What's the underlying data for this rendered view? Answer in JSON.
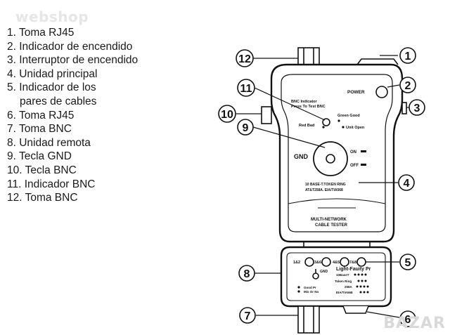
{
  "watermark": "webshop",
  "legend": [
    "1. Toma RJ45",
    "2. Indicador de encendido",
    "3. Interruptor de encendido",
    "4. Unidad principal",
    "5. Indicador de los",
    "pares de cables",
    "6. Toma RJ45",
    "7. Toma BNC",
    "8. Unidad remota",
    "9. Tecla GND",
    "10. Tecla BNC",
    "11. Indicador BNC",
    "12. Toma BNC"
  ],
  "callouts": [
    "1",
    "2",
    "3",
    "4",
    "5",
    "6",
    "7",
    "8",
    "9",
    "10",
    "11",
    "12"
  ],
  "device": {
    "power": "POWER",
    "bnc_indicator_1": "BNC Indicator",
    "bnc_indicator_2": "Press To Test BNC",
    "green_good": "Green Good",
    "red_bad": "Red Bad",
    "unit_open": "Unit Open",
    "gnd": "GND",
    "on": "ON",
    "off": "OFF",
    "standard_1": "10 BASE-T.TOKEN RING",
    "standard_2": "AT&T258A.  EIA/TIA568",
    "name_1": "MULTI-NETWORK",
    "name_2": "CABLE  TESTER",
    "pairs": [
      "1&2",
      "3&6",
      "4&5",
      "7&8"
    ],
    "remote_gnd": "GND",
    "light_faulty": "Light-Fauity Pr",
    "std_list": [
      "10BaseT",
      "Token Ring",
      "258A",
      "EIA/TIA568"
    ],
    "good_pr": "Good Pr",
    "mis_or_no": "Mis Or No"
  },
  "brand_watermark": "BAZAR"
}
